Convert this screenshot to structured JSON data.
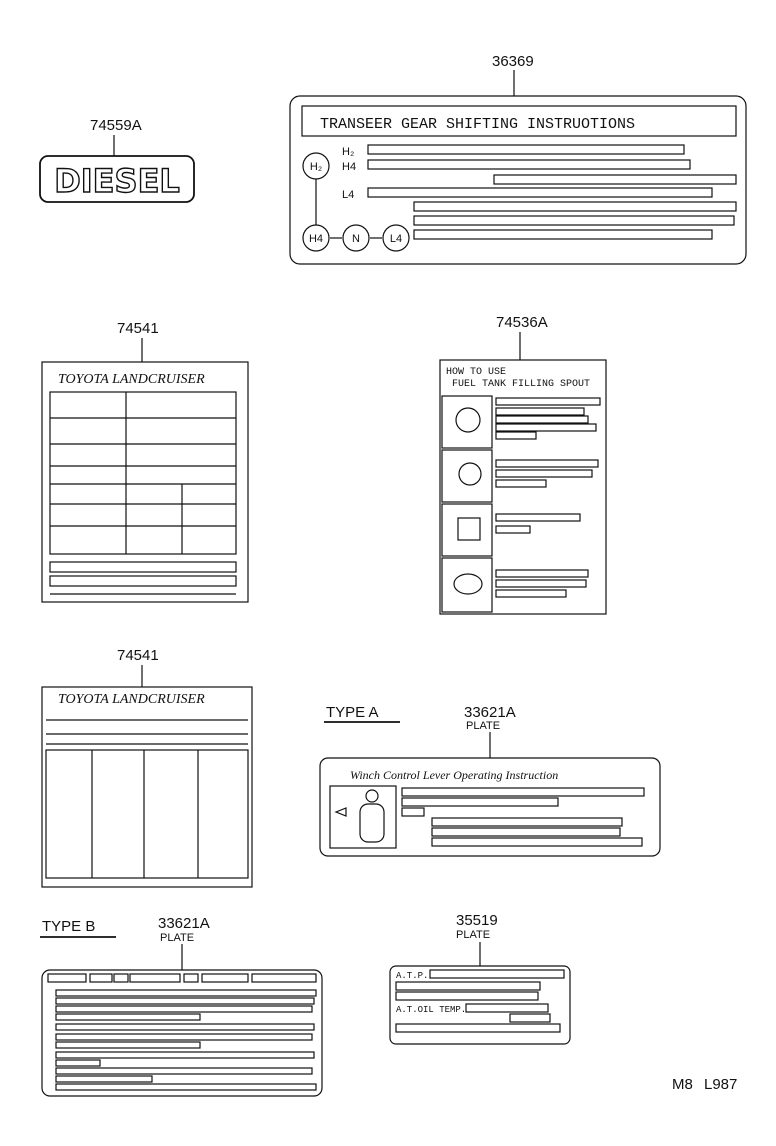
{
  "parts": {
    "p36369": "36369",
    "p74559A": "74559A",
    "p74541_a": "74541",
    "p74536A": "74536A",
    "p74541_b": "74541",
    "p33621A_a": "33621A",
    "p33621A_b": "33621A",
    "p35519": "35519"
  },
  "sublabels": {
    "plate_a": "PLATE",
    "plate_b": "PLATE",
    "plate_c": "PLATE"
  },
  "types": {
    "type_a": "TYPE  A",
    "type_b": "TYPE  B"
  },
  "diesel": {
    "text": "DIESEL"
  },
  "transfer": {
    "title": "TRANSEER GEAR SHIFTING INSTRUOTIONS",
    "row_h2": "H₂",
    "row_h4": "H4",
    "row_l4": "L4",
    "circle_h2": "H₂",
    "circle_h4": "H4",
    "circle_n": "N",
    "circle_l4": "L4"
  },
  "landcruiser_a": {
    "title": "TOYOTA  LANDCRUISER"
  },
  "landcruiser_b": {
    "title": "TOYOTA  LANDCRUISER"
  },
  "fuel": {
    "line1": "HOW TO USE",
    "line2": "FUEL TANK FILLING SPOUT"
  },
  "winch": {
    "title": "Winch  Control  Lever  Operating  Instruction"
  },
  "atp": {
    "row1": "A.T.P.",
    "row2": "A.T.OIL  TEMP."
  },
  "footer": {
    "code1": "M8",
    "code2": "L987"
  }
}
